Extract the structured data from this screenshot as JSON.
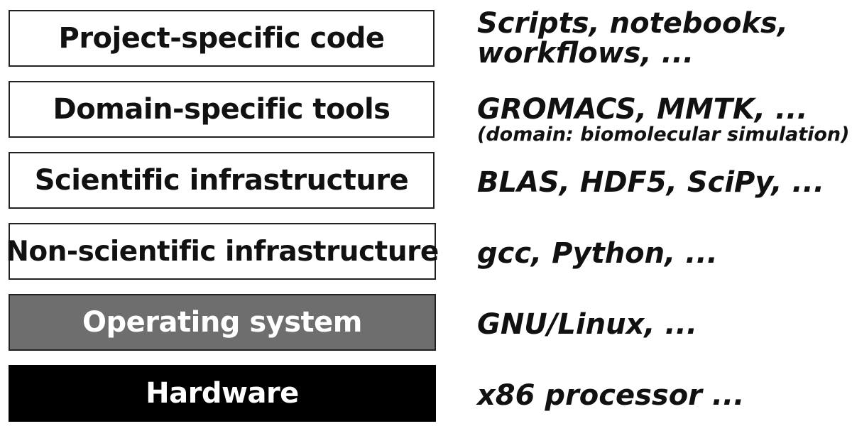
{
  "layers": [
    {
      "label": "Project-specific code",
      "examples": [
        "Scripts, notebooks,",
        "workflows, ..."
      ],
      "note": ""
    },
    {
      "label": "Domain-specific tools",
      "examples": [
        "GROMACS, MMTK, ..."
      ],
      "note": "(domain: biomolecular simulation)"
    },
    {
      "label": "Scientific infrastructure",
      "examples": [
        "BLAS, HDF5, SciPy, ..."
      ],
      "note": ""
    },
    {
      "label": "Non-scientific infrastructure",
      "examples": [
        "gcc, Python, ..."
      ],
      "note": ""
    },
    {
      "label": "Operating system",
      "examples": [
        "GNU/Linux, ..."
      ],
      "note": ""
    },
    {
      "label": "Hardware",
      "examples": [
        "x86 processor ..."
      ],
      "note": ""
    }
  ],
  "colors": {
    "light_box": "#ffffff",
    "operating_system_box": "#6e6e6e",
    "hardware_box": "#000000"
  }
}
